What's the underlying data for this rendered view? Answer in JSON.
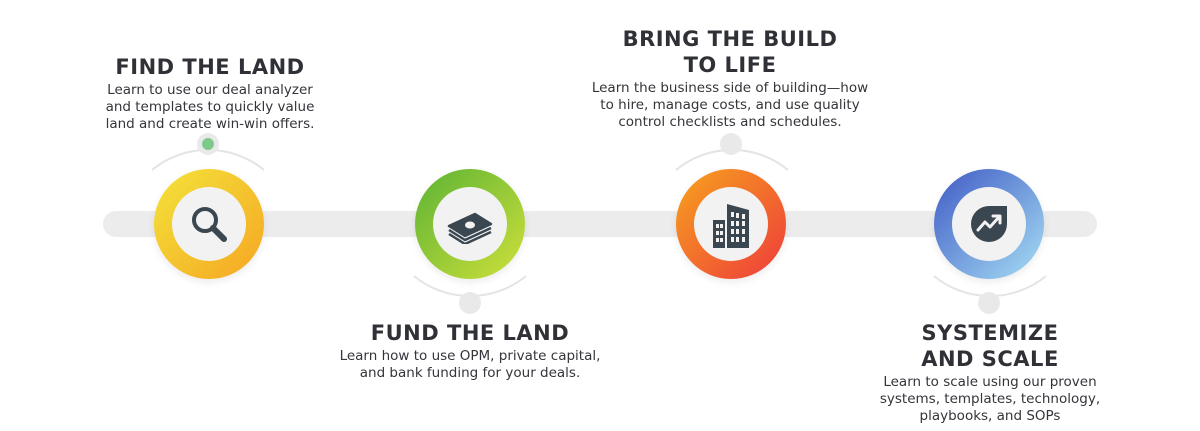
{
  "steps": [
    {
      "title": "FIND THE LAND",
      "desc": "Learn to use our deal analyzer\nand templates to quickly value\nland and create win-win offers.",
      "icon": "magnifier-icon",
      "gradient": [
        "#f4e33a",
        "#f5a623"
      ]
    },
    {
      "title": "FUND THE LAND",
      "desc": "Learn how to use OPM, private capital,\nand bank funding for your deals.",
      "icon": "money-stack-icon",
      "gradient": [
        "#5cb335",
        "#cfe03a"
      ]
    },
    {
      "title": "BRING THE BUILD\nTO LIFE",
      "desc": "Learn the business side of building—how\nto hire, manage costs, and use quality\ncontrol checklists and schedules.",
      "icon": "building-icon",
      "gradient": [
        "#f7a21e",
        "#ee3b3b"
      ]
    },
    {
      "title": "SYSTEMIZE\nAND SCALE",
      "desc": "Learn to scale using our proven\nsystems, templates, technology,\nplaybooks, and SOPs",
      "icon": "growth-chart-icon",
      "gradient": [
        "#3f59c4",
        "#a6dff5"
      ]
    }
  ],
  "colors": {
    "track": "#ececed",
    "text": "#2f3137",
    "icon": "#3a4650",
    "active_dot": "#7fc98a"
  }
}
